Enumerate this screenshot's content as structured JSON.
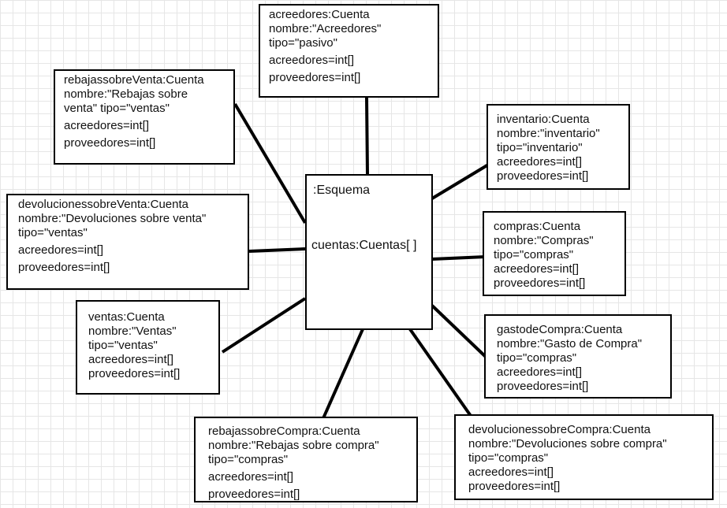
{
  "center": {
    "name": ":Esquema",
    "attribute": "cuentas:Cuentas[ ]"
  },
  "boxes": {
    "acreedores": {
      "header": "acreedores:Cuenta",
      "nombre": "nombre:\"Acreedores\"",
      "tipo": "tipo=\"pasivo\"",
      "acreedores": "acreedores=int[]",
      "proveedores": "proveedores=int[]"
    },
    "rebajas_venta": {
      "header": "rebajassobreVenta:Cuenta",
      "nombre": "nombre:\"Rebajas sobre",
      "tipo": "venta\" tipo=\"ventas\"",
      "acreedores": "acreedores=int[]",
      "proveedores": "proveedores=int[]"
    },
    "inventario": {
      "header": "inventario:Cuenta",
      "nombre": "nombre:\"inventario\"",
      "tipo": "tipo=\"inventario\"",
      "acreedores": "acreedores=int[]",
      "proveedores": "proveedores=int[]"
    },
    "devoluciones_venta": {
      "header": "devolucionessobreVenta:Cuenta",
      "nombre": "nombre:\"Devoluciones sobre venta\"",
      "tipo": "tipo=\"ventas\"",
      "acreedores": "acreedores=int[]",
      "proveedores": "proveedores=int[]"
    },
    "compras": {
      "header": "compras:Cuenta",
      "nombre": "nombre:\"Compras\"",
      "tipo": "tipo=\"compras\"",
      "acreedores": "acreedores=int[]",
      "proveedores": "proveedores=int[]"
    },
    "ventas": {
      "header": "ventas:Cuenta",
      "nombre": "nombre:\"Ventas\"",
      "tipo": "tipo=\"ventas\"",
      "acreedores": "acreedores=int[]",
      "proveedores": "proveedores=int[]"
    },
    "gasto_compra": {
      "header": "gastodeCompra:Cuenta",
      "nombre": "nombre:\"Gasto de Compra\"",
      "tipo": "tipo=\"compras\"",
      "acreedores": "acreedores=int[]",
      "proveedores": "proveedores=int[]"
    },
    "rebajas_compra": {
      "header": "rebajassobreCompra:Cuenta",
      "nombre": "nombre:\"Rebajas sobre compra\"",
      "tipo": "tipo=\"compras\"",
      "acreedores": "acreedores=int[]",
      "proveedores": "proveedores=int[]"
    },
    "devoluciones_compra": {
      "header": "devolucionessobreCompra:Cuenta",
      "nombre": "nombre:\"Devoluciones sobre compra\"",
      "tipo": "tipo=\"compras\"",
      "acreedores": "acreedores=int[]",
      "proveedores": "proveedores=int[]"
    }
  }
}
